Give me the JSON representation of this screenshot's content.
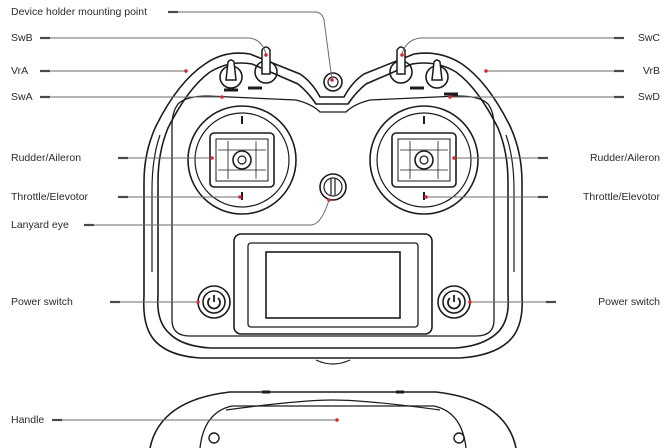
{
  "labels": {
    "device_holder": "Device holder mounting point",
    "swb": "SwB",
    "swc": "SwC",
    "vra": "VrA",
    "vrb": "VrB",
    "swa": "SwA",
    "swd": "SwD",
    "rudder_aileron_left": "Rudder/Aileron",
    "rudder_aileron_right": "Rudder/Aileron",
    "throttle_left": "Throttle/Elevotor",
    "throttle_right": "Throttle/Elevotor",
    "lanyard": "Lanyard eye",
    "power_left": "Power switch",
    "power_right": "Power switch",
    "handle": "Handle"
  },
  "colors": {
    "outline": "#1c1c1c",
    "leader": "#6b6b6b",
    "marker": "#d8263a"
  }
}
